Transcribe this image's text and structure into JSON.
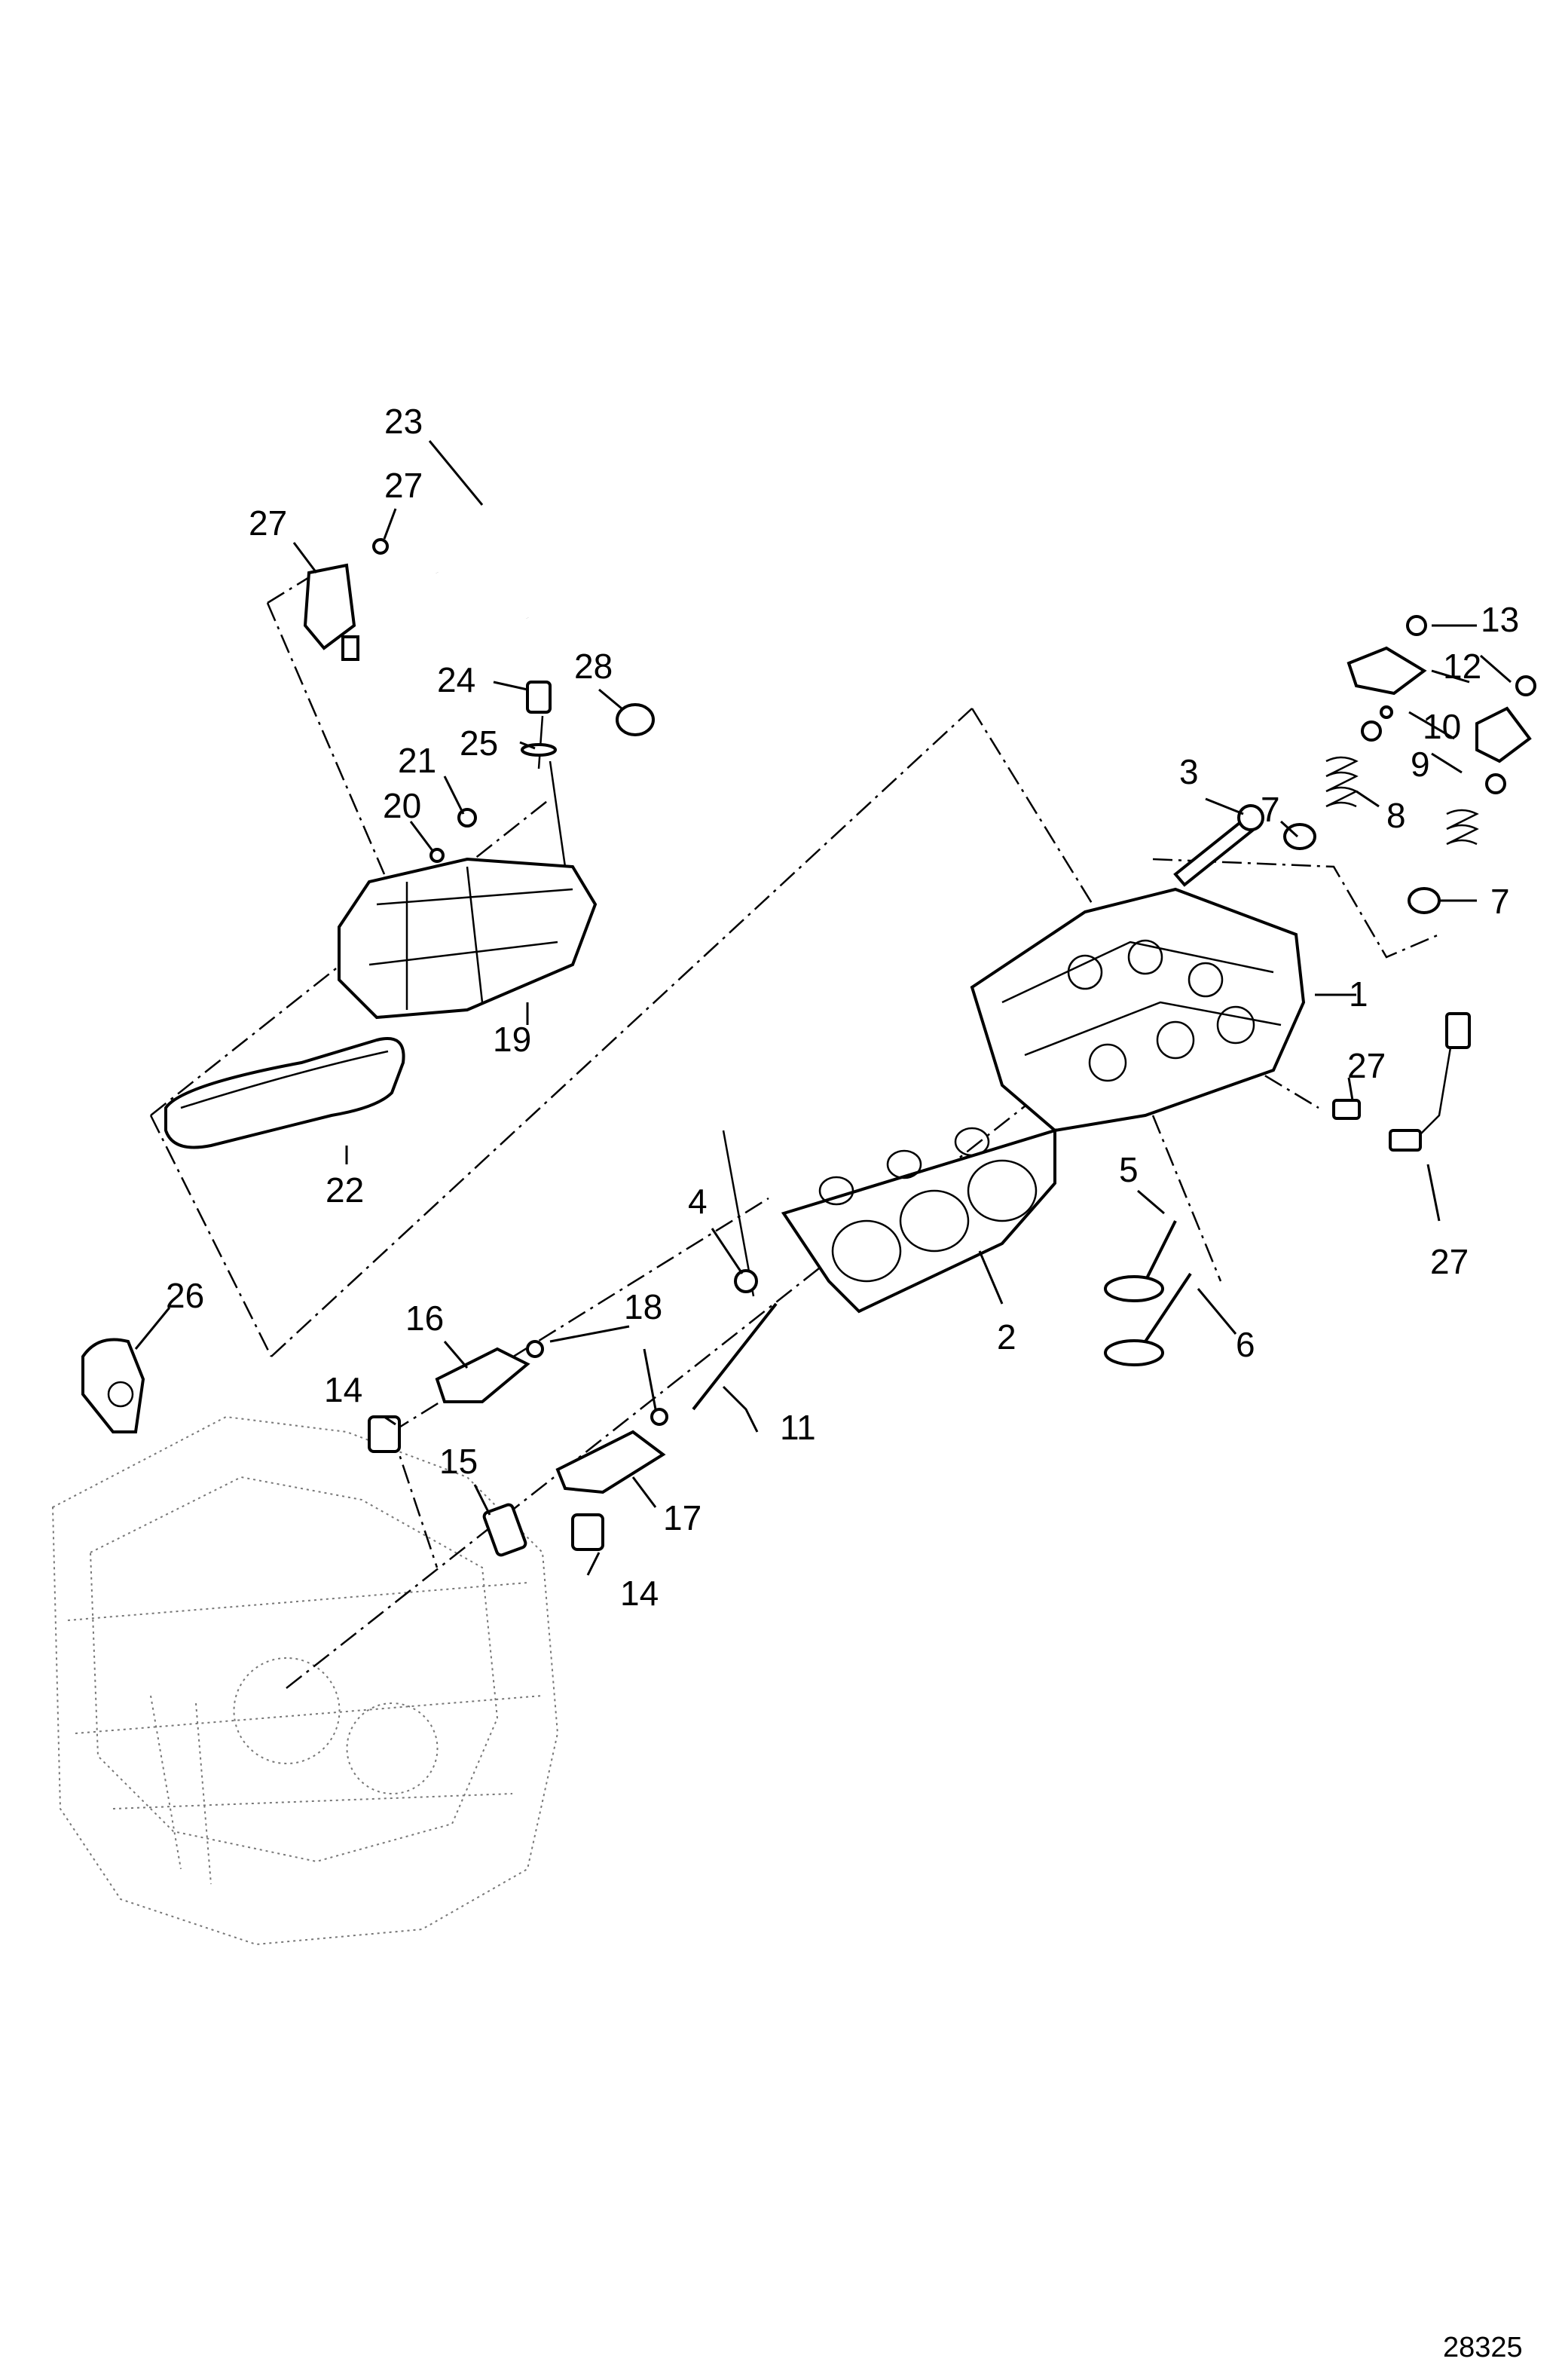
{
  "diagram": {
    "reference_number": "28325",
    "callouts": {
      "c1": "1",
      "c2": "2",
      "c3": "3",
      "c4": "4",
      "c5": "5",
      "c6": "6",
      "c7a": "7",
      "c7b": "7",
      "c8": "8",
      "c9": "9",
      "c10": "10",
      "c11": "11",
      "c12": "12",
      "c13": "13",
      "c14a": "14",
      "c14b": "14",
      "c15": "15",
      "c16": "16",
      "c17": "17",
      "c18": "18",
      "c19": "19",
      "c20": "20",
      "c21": "21",
      "c22": "22",
      "c23": "23",
      "c24": "24",
      "c25": "25",
      "c26": "26",
      "c27a": "27",
      "c27b": "27",
      "c27c": "27",
      "c27d": "27",
      "c28": "28"
    }
  }
}
